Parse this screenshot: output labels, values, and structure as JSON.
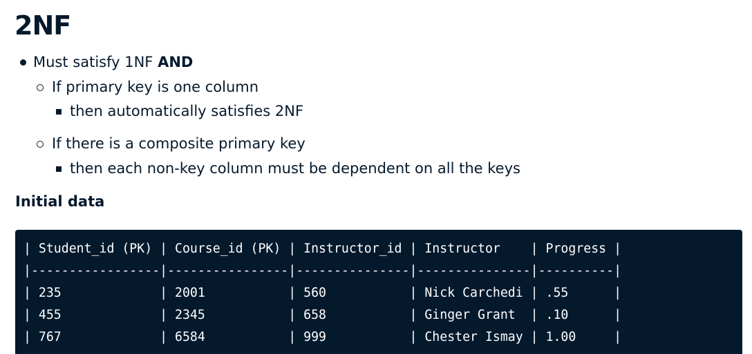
{
  "title": "2NF",
  "bullets": {
    "b1_text": "Must satisfy 1NF ",
    "b1_bold": "AND",
    "b2": "If primary key is one column",
    "b3": "then automatically satisfies 2NF",
    "b4": "If there is a composite primary key",
    "b5": "then each non-key column must be dependent on all the keys"
  },
  "section_heading": "Initial data",
  "table_lines": [
    "| Student_id (PK) | Course_id (PK) | Instructor_id | Instructor    | Progress |",
    "|-----------------|----------------|---------------|---------------|----------|",
    "| 235             | 2001           | 560           | Nick Carchedi | .55      |",
    "| 455             | 2345           | 658           | Ginger Grant  | .10      |",
    "| 767             | 6584           | 999           | Chester Ismay | 1.00     |"
  ]
}
